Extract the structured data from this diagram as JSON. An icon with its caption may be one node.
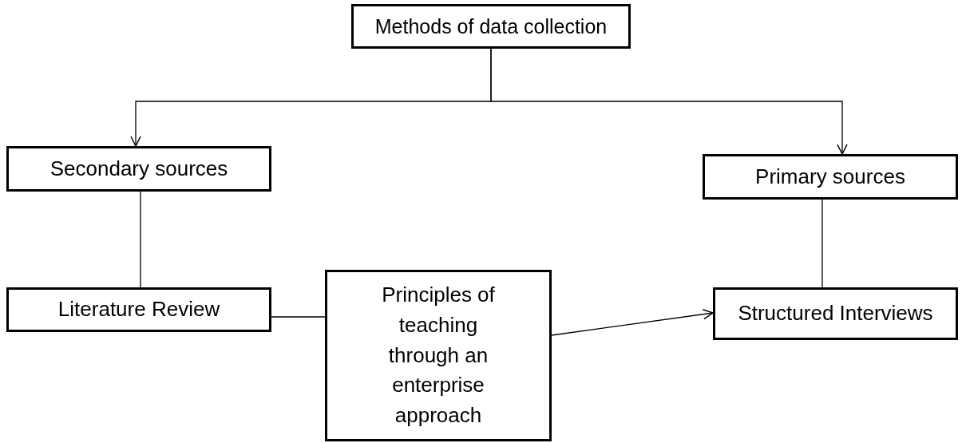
{
  "diagram": {
    "nodes": [
      {
        "text": [
          "Methods of data collection"
        ]
      },
      {
        "text": [
          "Secondary sources"
        ]
      },
      {
        "text": [
          "Primary sources"
        ]
      },
      {
        "text": [
          "Literature Review"
        ]
      },
      {
        "text": [
          "Principles of teaching through an enterprise approach"
        ]
      },
      {
        "text": [
          "Structured Interviews"
        ]
      }
    ],
    "edges": [
      {
        "from": 0,
        "to": 1,
        "arrow": "to"
      },
      {
        "from": 0,
        "to": 2,
        "arrow": "to"
      },
      {
        "from": 1,
        "to": 3,
        "arrow": "none"
      },
      {
        "from": 2,
        "to": 5,
        "arrow": "none"
      },
      {
        "from": 3,
        "to": 4,
        "arrow": "none"
      },
      {
        "from": 4,
        "to": 5,
        "arrow": "to"
      }
    ]
  }
}
